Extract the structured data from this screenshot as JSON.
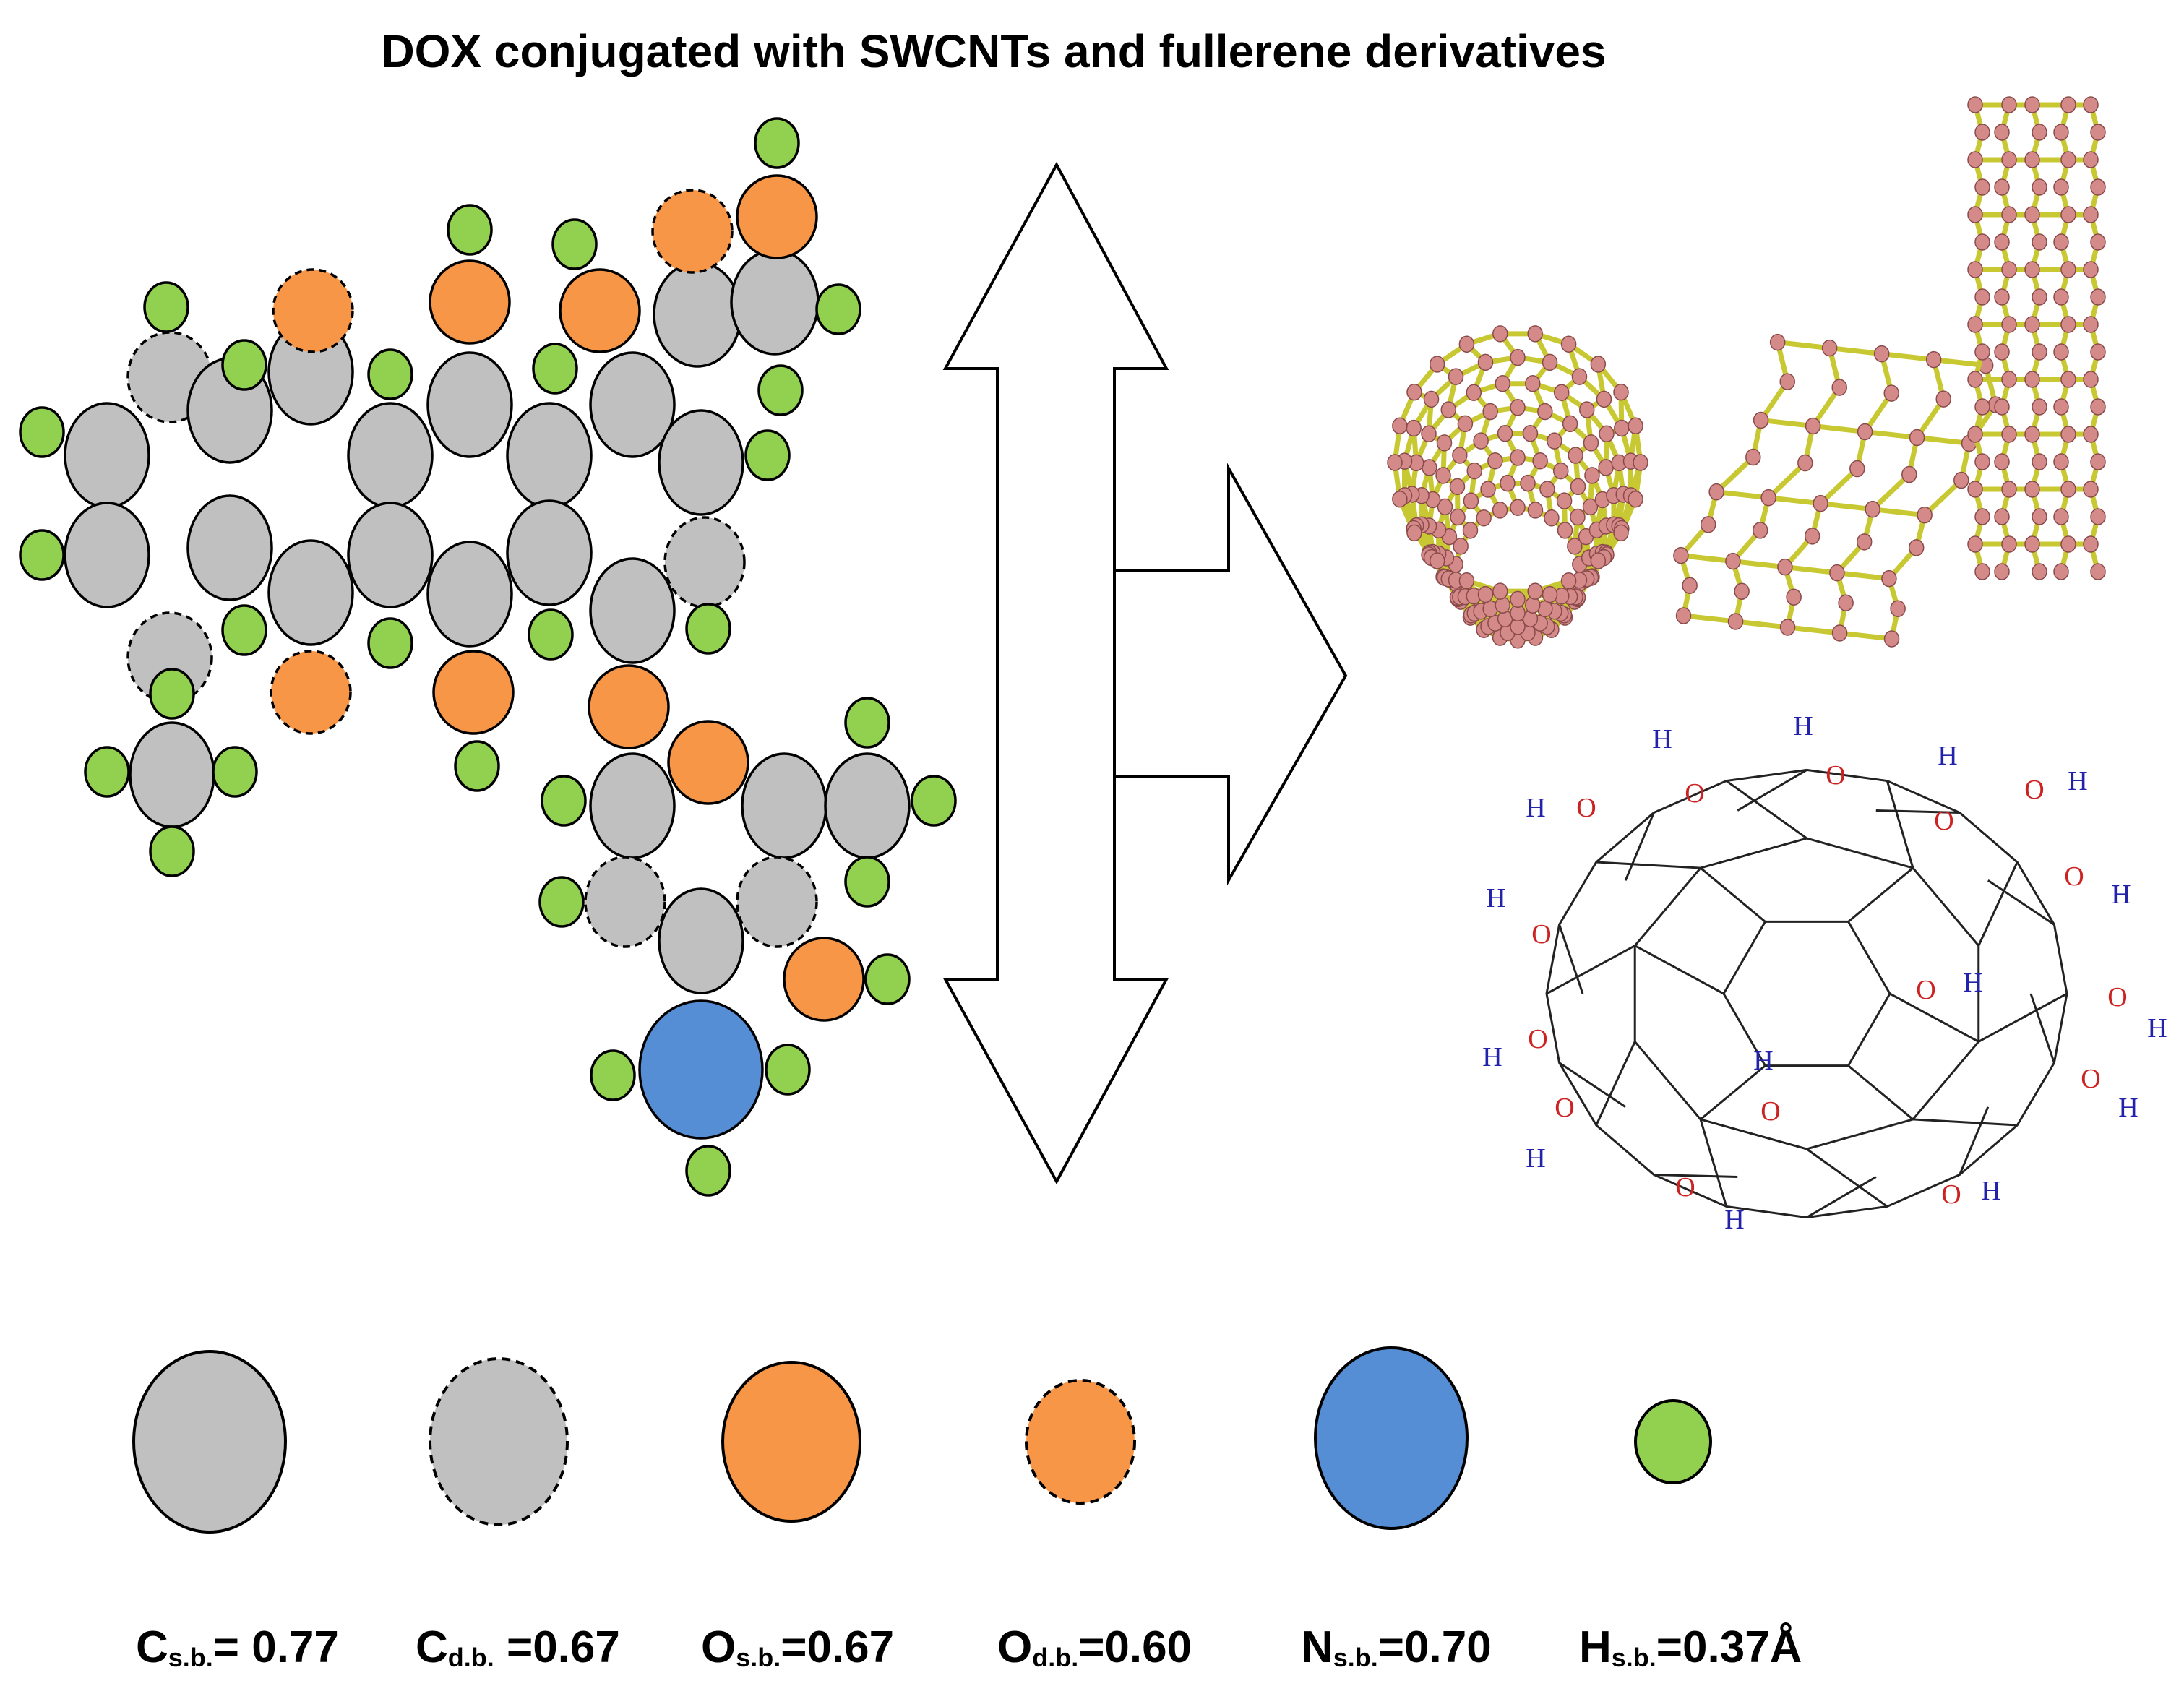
{
  "title": "DOX conjugated with SWCNTs and fullerene derivatives",
  "colors": {
    "carbon": "#c0c0c0",
    "oxygen": "#f79646",
    "nitrogen": "#558ed5",
    "hydrogen": "#92d050",
    "outline": "#000000",
    "cnt_bond": "#c8c832",
    "cnt_atom": "#d58a8a",
    "fullerene_H": "#2222aa",
    "fullerene_O": "#cc2222"
  },
  "legend": [
    {
      "element": "C",
      "sub": "s.b.",
      "value": "= 0.77",
      "atom": "carbon",
      "bond": "single"
    },
    {
      "element": "C",
      "sub": "d.b.",
      "value": " =0.67",
      "atom": "carbon",
      "bond": "double"
    },
    {
      "element": "O",
      "sub": "s.b.",
      "value": "=0.67",
      "atom": "oxygen",
      "bond": "single"
    },
    {
      "element": "O",
      "sub": "d.b.",
      "value": "=0.60",
      "atom": "oxygen",
      "bond": "double"
    },
    {
      "element": "N",
      "sub": "s.b.",
      "value": "=0.70",
      "atom": "nitrogen",
      "bond": "single"
    },
    {
      "element": "H",
      "sub": "s.b.",
      "value": "=0.37Å",
      "atom": "hydrogen",
      "bond": "single"
    }
  ],
  "fullerene_labels": {
    "hydrogen": "H",
    "oxygen": "O"
  }
}
